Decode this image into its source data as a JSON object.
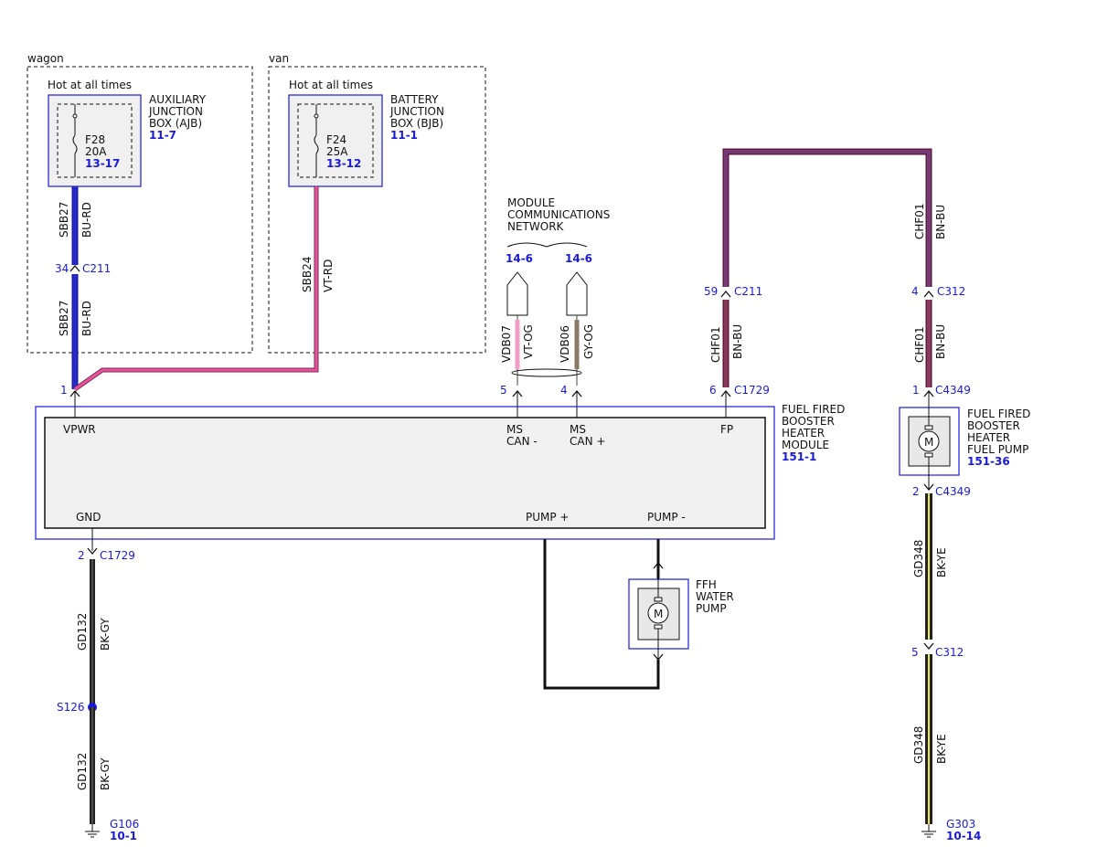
{
  "zones": {
    "wagon": "wagon",
    "van": "van"
  },
  "hot_label": "Hot at all times",
  "ajb": {
    "title": [
      "AUXILIARY",
      "JUNCTION",
      "BOX (AJB)"
    ],
    "ref": "11-7",
    "fuse": "F28",
    "rating": "20A",
    "fuse_ref": "13-17"
  },
  "bjb": {
    "title": [
      "BATTERY",
      "JUNCTION",
      "BOX (BJB)"
    ],
    "ref": "11-1",
    "fuse": "F24",
    "rating": "25A",
    "fuse_ref": "13-12"
  },
  "network": {
    "title": [
      "MODULE",
      "COMMUNICATIONS",
      "NETWORK"
    ],
    "ref_left": "14-6",
    "ref_right": "14-6"
  },
  "wires": {
    "sbb27_a": {
      "circuit": "SBB27",
      "color": "BU-RD"
    },
    "sbb27_b": {
      "circuit": "SBB27",
      "color": "BU-RD"
    },
    "sbb24": {
      "circuit": "SBB24",
      "color": "VT-RD"
    },
    "vdb07": {
      "circuit": "VDB07",
      "color": "VT-OG"
    },
    "vdb06": {
      "circuit": "VDB06",
      "color": "GY-OG"
    },
    "chf01_a": {
      "circuit": "CHF01",
      "color": "BN-BU"
    },
    "chf01_b": {
      "circuit": "CHF01",
      "color": "BN-BU"
    },
    "chf01_c": {
      "circuit": "CHF01",
      "color": "BN-BU"
    },
    "gd132_a": {
      "circuit": "GD132",
      "color": "BK-GY"
    },
    "gd132_b": {
      "circuit": "GD132",
      "color": "BK-GY"
    },
    "gd348_a": {
      "circuit": "GD348",
      "color": "BK-YE"
    },
    "gd348_b": {
      "circuit": "GD348",
      "color": "BK-YE"
    }
  },
  "connectors": {
    "c211_34": {
      "pin": "34",
      "name": "C211"
    },
    "pin1_vpwr": {
      "pin": "1"
    },
    "pin5": {
      "pin": "5"
    },
    "pin4": {
      "pin": "4"
    },
    "c1729_6": {
      "pin": "6",
      "name": "C1729"
    },
    "c211_59": {
      "pin": "59",
      "name": "C211"
    },
    "c312_4": {
      "pin": "4",
      "name": "C312"
    },
    "c4349_1": {
      "pin": "1",
      "name": "C4349"
    },
    "c4349_2": {
      "pin": "2",
      "name": "C4349"
    },
    "c312_5": {
      "pin": "5",
      "name": "C312"
    },
    "c1729_2": {
      "pin": "2",
      "name": "C1729"
    }
  },
  "module": {
    "title": [
      "FUEL FIRED",
      "BOOSTER",
      "HEATER",
      "MODULE"
    ],
    "ref": "151-1",
    "pins": {
      "vpwr": "VPWR",
      "ms_can_minus": [
        "MS",
        "CAN -"
      ],
      "ms_can_plus": [
        "MS",
        "CAN +"
      ],
      "fp": "FP",
      "gnd": "GND",
      "pump_plus": "PUMP +",
      "pump_minus": "PUMP -"
    }
  },
  "fuel_pump": {
    "title": [
      "FUEL FIRED",
      "BOOSTER",
      "HEATER",
      "FUEL PUMP"
    ],
    "ref": "151-36",
    "motor": "M"
  },
  "water_pump": {
    "title": [
      "FFH",
      "WATER",
      "PUMP"
    ],
    "motor": "M"
  },
  "splice": "S126",
  "grounds": {
    "g106": {
      "name": "G106",
      "ref": "10-1"
    },
    "g303": {
      "name": "G303",
      "ref": "10-14"
    }
  },
  "colors": {
    "connector_blue": "#1a1adc",
    "wire_blue": "#2a2acc",
    "wire_pink": "#e8529a",
    "wire_violet": "#c466c4",
    "wire_gray": "#8a7a66",
    "wire_brown": "#6e2a2a",
    "wire_yellow": "#e8e84a"
  }
}
